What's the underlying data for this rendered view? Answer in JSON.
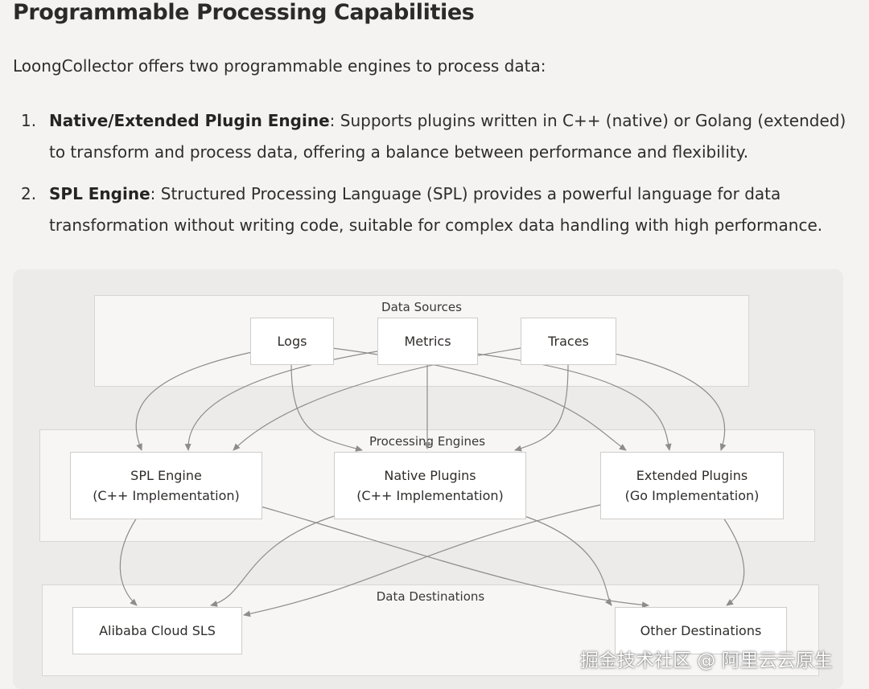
{
  "heading": "Programmable Processing Capabilities",
  "intro": "LoongCollector offers two programmable engines to process data:",
  "list": [
    {
      "number": "1.",
      "title": "Native/Extended Plugin Engine",
      "text_line1": ": Supports plugins written in C++ (native) or Golang (extended)",
      "text_line2": "to transform and process data, offering a balance between performance and flexibility."
    },
    {
      "number": "2.",
      "title": "SPL Engine",
      "text_line1": ": Structured Processing Language (SPL) provides a powerful language for data",
      "text_line2": "transformation without writing code, suitable for complex data handling with high performance."
    }
  ],
  "diagram": {
    "groups": {
      "sources": "Data Sources",
      "engines": "Processing Engines",
      "destinations": "Data Destinations"
    },
    "nodes": {
      "logs": "Logs",
      "metrics": "Metrics",
      "traces": "Traces",
      "spl_line1": "SPL Engine",
      "spl_line2": "(C++ Implementation)",
      "native_line1": "Native Plugins",
      "native_line2": "(C++ Implementation)",
      "extended_line1": "Extended Plugins",
      "extended_line2": "(Go Implementation)",
      "sls": "Alibaba Cloud SLS",
      "other": "Other Destinations"
    },
    "edges": [
      [
        "logs",
        "spl"
      ],
      [
        "logs",
        "native"
      ],
      [
        "logs",
        "extended"
      ],
      [
        "metrics",
        "spl"
      ],
      [
        "metrics",
        "native"
      ],
      [
        "metrics",
        "extended"
      ],
      [
        "traces",
        "spl"
      ],
      [
        "traces",
        "native"
      ],
      [
        "traces",
        "extended"
      ],
      [
        "spl",
        "sls"
      ],
      [
        "spl",
        "other"
      ],
      [
        "native",
        "sls"
      ],
      [
        "native",
        "other"
      ],
      [
        "extended",
        "sls"
      ],
      [
        "extended",
        "other"
      ]
    ]
  },
  "watermark": "掘金技术社区 @ 阿里云云原生",
  "colors": {
    "background": "#f4f3f1",
    "panel": "#ecebea",
    "node_fill": "#ffffff",
    "edge": "#8e8c89"
  }
}
